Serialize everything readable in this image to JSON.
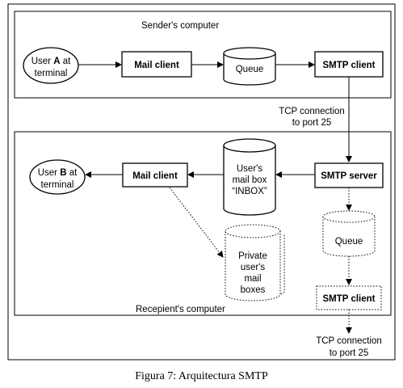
{
  "frames": {
    "sender": "Sender's computer",
    "receiver": "Recepient's computer"
  },
  "nodes": {
    "user_a": {
      "line1_pre": "User ",
      "line1_bold": "A",
      "line1_post": " at",
      "line2": "terminal"
    },
    "mail_client_top": "Mail client",
    "queue_top": "Queue",
    "smtp_client_top": "SMTP client",
    "tcp_top": {
      "line1": "TCP connection",
      "line2": "to port 25"
    },
    "user_b": {
      "line1_pre": "User ",
      "line1_bold": "B",
      "line1_post": " at",
      "line2": "terminal"
    },
    "mail_client_bottom": "Mail client",
    "inbox": {
      "line1": "User's",
      "line2": "mail box",
      "line3": "“INBOX”"
    },
    "smtp_server": "SMTP server",
    "queue_bottom": "Queue",
    "private": {
      "line1": "Private",
      "line2": "user's",
      "line3": "mail",
      "line4": "boxes"
    },
    "smtp_client_bottom": "SMTP client",
    "tcp_bottom": {
      "line1": "TCP connection",
      "line2": "to port 25"
    }
  },
  "caption": "Figura 7: Arquitectura SMTP"
}
